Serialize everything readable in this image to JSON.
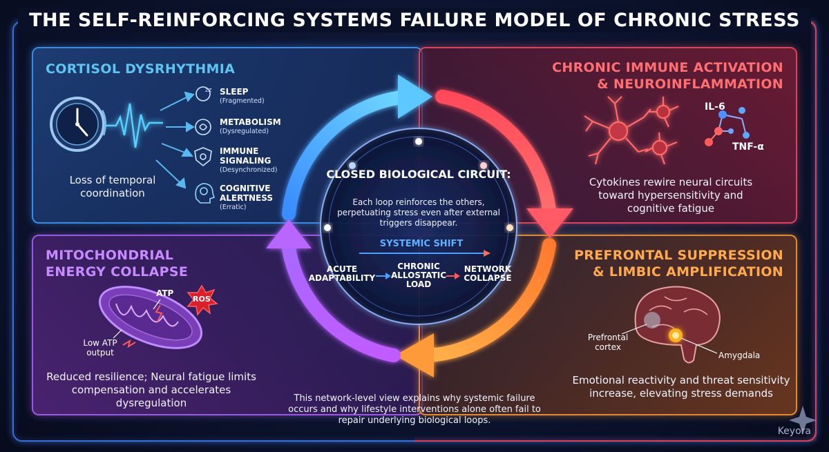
{
  "title": "THE SELF-REINFORCING SYSTEMS FAILURE MODEL OF CHRONIC STRESS",
  "colors": {
    "cortisol": "#3d8be0",
    "immune": "#d5465e",
    "mito": "#9a5ae0",
    "prefrontal": "#e08a38",
    "background": "#0c1430"
  },
  "cortisol": {
    "title": "CORTISOL DYSRHYTHMIA",
    "description": "Loss of temporal coordination",
    "items": [
      {
        "label": "SLEEP",
        "sub": "(Fragmented)",
        "icon": "sleep-icon"
      },
      {
        "label": "METABOLISM",
        "sub": "(Dysregulated)",
        "icon": "metabolism-icon"
      },
      {
        "label": "IMMUNE SIGNALING",
        "sub": "(Desynchronized)",
        "icon": "shield-virus-icon"
      },
      {
        "label": "COGNITIVE ALERTNESS",
        "sub": "(Erratic)",
        "icon": "brain-head-icon"
      }
    ]
  },
  "immune": {
    "title_line1": "CHRONIC IMMUNE ACTIVATION",
    "title_line2": "& NEUROINFLAMMATION",
    "cytokine1": "IL-6",
    "cytokine2": "TNF-α",
    "description": "Cytokines rewire neural circuits toward hypersensitivity and cognitive fatigue"
  },
  "mito": {
    "title_line1": "MITOCHONDRIAL",
    "title_line2": "ENERGY COLLAPSE",
    "atp": "ATP",
    "ros": "ROS",
    "low_atp": "Low ATP output",
    "description": "Reduced resilience; Neural fatigue limits compensation and accelerates dysregulation"
  },
  "prefrontal": {
    "title_line1": "PREFRONTAL SUPPRESSION",
    "title_line2": "& LIMBIC AMPLIFICATION",
    "label_cortex": "Prefrontal cortex",
    "label_amygdala": "Amygdala",
    "description": "Emotional reactivity and threat sensitivity increase, elevating stress demands"
  },
  "center": {
    "title": "CLOSED BIOLOGICAL CIRCUIT:",
    "text": "Each loop reinforces the others, perpetuating stress even after external triggers disappear.",
    "shift_label": "SYSTEMIC SHIFT",
    "stages": [
      "ACUTE ADAPTABILITY",
      "CHRONIC ALLOSTATIC LOAD",
      "NETWORK COLLAPSE"
    ]
  },
  "footnote": "This network-level view explains why systemic failure occurs and why lifestyle interventions alone often fail to repair underlying biological loops.",
  "brand": "Keyora"
}
